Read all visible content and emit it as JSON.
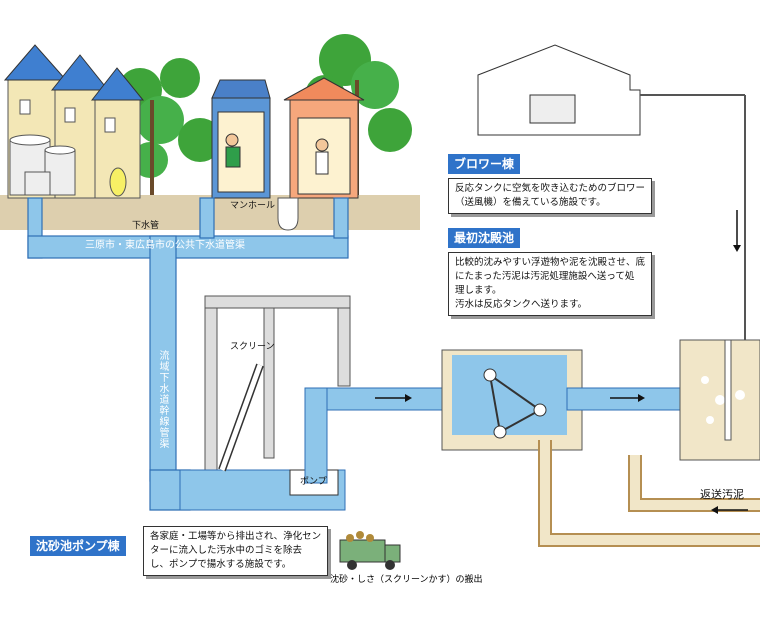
{
  "labels": {
    "sewer_pipe": "下水管",
    "manhole": "マンホール",
    "public_sewer": "三原市・東広島市の公共下水道管渠",
    "trunk_sewer": "流域下水道幹線管渠",
    "screen": "スクリーン",
    "pump": "ポンプ",
    "return_sludge": "返送汚泥",
    "truck_caption": "沈砂・しさ（スクリーンかす）の搬出"
  },
  "sections": {
    "blower": {
      "title": "ブロワー棟",
      "lines": [
        "反応タンクに空気を吹き込むためのブロワー",
        "（送風機）を備えている施設です。"
      ]
    },
    "primary": {
      "title": "最初沈殿池",
      "lines": [
        "比較的沈みやすい浮遊物や泥を沈殿させ、底",
        "にたまった汚泥は汚泥処理施設へ送って処",
        "理します。",
        "汚水は反応タンクへ送ります。"
      ]
    },
    "grit_pump": {
      "title": "沈砂池ポンプ棟",
      "lines": [
        "各家庭・工場等から排出され、浄化セン",
        "ターに流入した汚水中のゴミを除去",
        "し、ポンプで揚水する施設です。"
      ]
    }
  },
  "colors": {
    "pipe_blue": "#8ec6ea",
    "pipe_edge": "#2f6fb5",
    "ground": "#ddcfae",
    "tank_beige": "#f1e6c8",
    "title_blue": "#2f73c9",
    "tree_green": "#3ea43a",
    "house_blue": "#4a80c8",
    "shop_blue": "#5b96d6",
    "shop_pink": "#f6a77c"
  }
}
